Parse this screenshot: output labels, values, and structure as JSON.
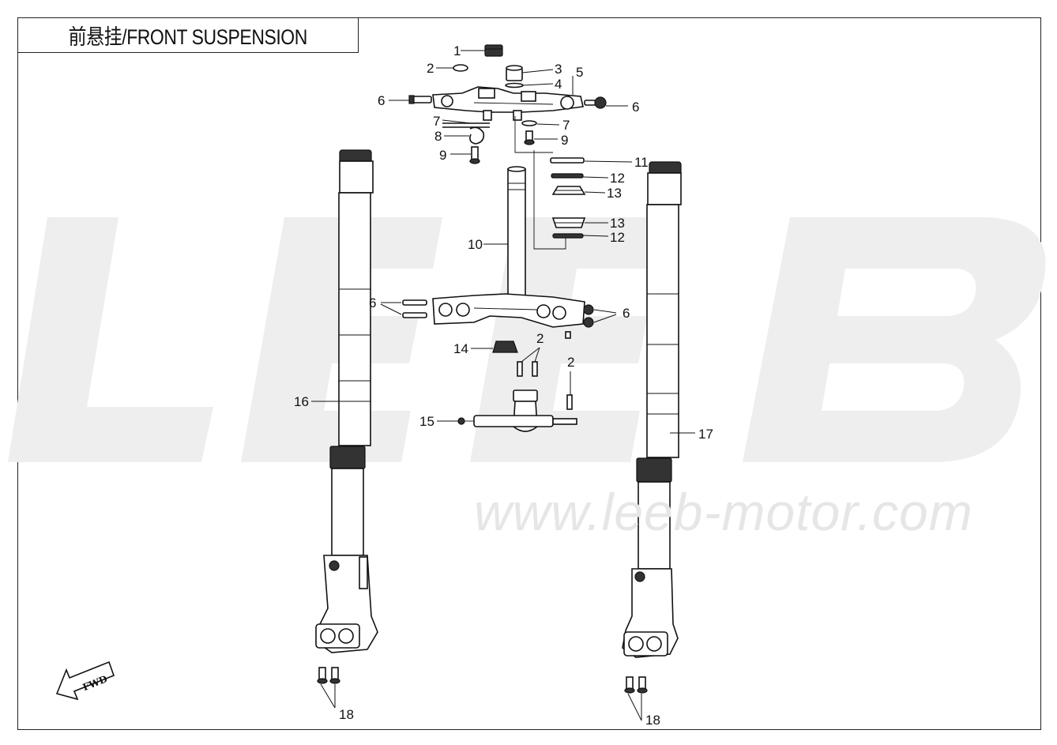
{
  "title": "前悬挂/FRONT SUSPENSION",
  "watermark": {
    "logo_text": "LEEB",
    "url": "www.leeb-motor.com"
  },
  "fwd_label": "FWD",
  "callouts": [
    {
      "id": "c1",
      "label": "1"
    },
    {
      "id": "c2a",
      "label": "2"
    },
    {
      "id": "c3",
      "label": "3"
    },
    {
      "id": "c4",
      "label": "4"
    },
    {
      "id": "c5",
      "label": "5"
    },
    {
      "id": "c6a",
      "label": "6"
    },
    {
      "id": "c6b",
      "label": "6"
    },
    {
      "id": "c7a",
      "label": "7"
    },
    {
      "id": "c7b",
      "label": "7"
    },
    {
      "id": "c8",
      "label": "8"
    },
    {
      "id": "c9a",
      "label": "9"
    },
    {
      "id": "c9b",
      "label": "9"
    },
    {
      "id": "c10",
      "label": "10"
    },
    {
      "id": "c11",
      "label": "11"
    },
    {
      "id": "c12a",
      "label": "12"
    },
    {
      "id": "c13a",
      "label": "13"
    },
    {
      "id": "c13b",
      "label": "13"
    },
    {
      "id": "c12b",
      "label": "12"
    },
    {
      "id": "c6c",
      "label": "6"
    },
    {
      "id": "c6d",
      "label": "6"
    },
    {
      "id": "c14",
      "label": "14"
    },
    {
      "id": "c2b",
      "label": "2"
    },
    {
      "id": "c2c",
      "label": "2"
    },
    {
      "id": "c16",
      "label": "16"
    },
    {
      "id": "c15",
      "label": "15"
    },
    {
      "id": "c17",
      "label": "17"
    },
    {
      "id": "c18a",
      "label": "18"
    },
    {
      "id": "c18b",
      "label": "18"
    }
  ]
}
